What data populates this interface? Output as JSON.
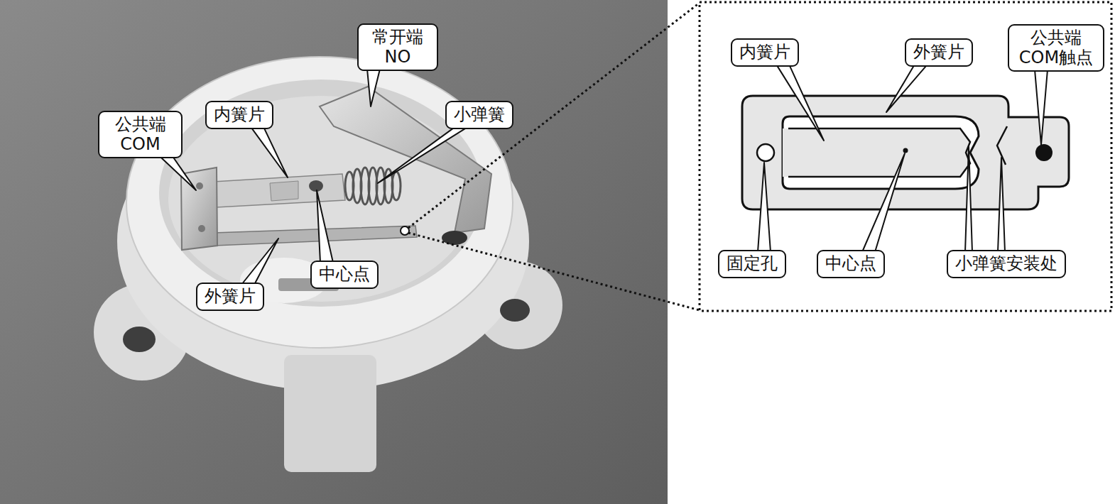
{
  "diagram": {
    "nodes": [
      {
        "text": [
          "常开端 NO"
        ]
      },
      {
        "text": [
          "内簧片"
        ]
      },
      {
        "text": [
          "小弹簧"
        ]
      },
      {
        "text": [
          "公共端 COM"
        ]
      },
      {
        "text": [
          "中心点"
        ]
      },
      {
        "text": [
          "外簧片"
        ]
      },
      {
        "text": [
          "内簧片"
        ]
      },
      {
        "text": [
          "外簧片"
        ]
      },
      {
        "text": [
          "公共端 COM触点"
        ]
      },
      {
        "text": [
          "固定孔"
        ]
      },
      {
        "text": [
          "中心点"
        ]
      },
      {
        "text": [
          "小弹簧安装处"
        ]
      }
    ]
  }
}
